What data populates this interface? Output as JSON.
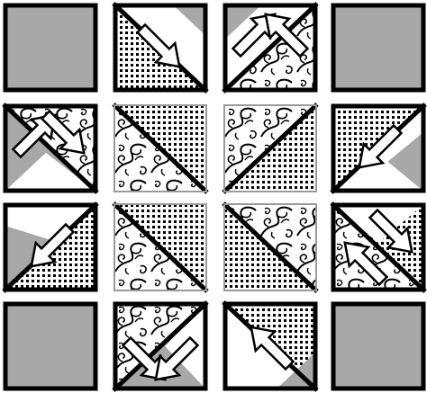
{
  "colors": {
    "background": "#ffffff",
    "solid_gray": "#a8a8a8",
    "border_black": "#000000",
    "border_gray": "#9a9a9a",
    "white": "#ffffff"
  },
  "tile_fill_types": [
    "gray",
    "white",
    "grid-pattern",
    "floral-pattern"
  ],
  "board": {
    "rows": 4,
    "columns": 4,
    "tiles": [
      {
        "row": 1,
        "col": 1,
        "split": "none",
        "fill": "gray",
        "border": "thick",
        "arrows": []
      },
      {
        "row": 1,
        "col": 2,
        "split": "diagonal-tl-br",
        "upper_fill": "white",
        "lower_fill": "grid-pattern",
        "corner_accent": "top-right-gray",
        "border": "thick",
        "arrows": [
          {
            "direction": "down-right",
            "color": "white"
          }
        ]
      },
      {
        "row": 1,
        "col": 3,
        "split": "diagonal-tr-bl",
        "upper_fill": "white",
        "lower_fill": "floral-pattern",
        "corner_accent": "top-left-gray",
        "border": "thick",
        "arrows": [
          {
            "direction": "up-right",
            "color": "white"
          },
          {
            "direction": "up-left",
            "color": "white"
          }
        ]
      },
      {
        "row": 1,
        "col": 4,
        "split": "none",
        "fill": "gray",
        "border": "thick",
        "arrows": []
      },
      {
        "row": 2,
        "col": 1,
        "split": "diagonal-tl-br",
        "upper_fill": "floral-pattern",
        "lower_fill": "gray",
        "corner_accent": "bottom-white",
        "border": "thick",
        "arrows": [
          {
            "direction": "up-right",
            "color": "white"
          },
          {
            "direction": "down-right",
            "color": "white"
          }
        ]
      },
      {
        "row": 2,
        "col": 2,
        "split": "diagonal-tl-br",
        "upper_fill": "grid-pattern",
        "lower_fill": "floral-pattern",
        "border": "thin",
        "arrows": []
      },
      {
        "row": 2,
        "col": 3,
        "split": "diagonal-tr-bl",
        "upper_fill": "floral-pattern",
        "lower_fill": "grid-pattern",
        "border": "thin",
        "arrows": []
      },
      {
        "row": 2,
        "col": 4,
        "split": "diagonal-tr-bl",
        "upper_fill": "grid-pattern",
        "lower_fill": "white",
        "corner_accent": "right-gray",
        "border": "thick",
        "arrows": [
          {
            "direction": "down-left",
            "color": "white"
          }
        ]
      },
      {
        "row": 3,
        "col": 1,
        "split": "diagonal-tr-bl",
        "upper_fill": "white",
        "lower_fill": "grid-pattern",
        "corner_accent": "left-gray",
        "border": "thick",
        "arrows": [
          {
            "direction": "down-left",
            "color": "white"
          }
        ]
      },
      {
        "row": 3,
        "col": 2,
        "split": "diagonal-tl-br",
        "upper_fill": "grid-pattern",
        "lower_fill": "floral-pattern",
        "border": "thin",
        "arrows": []
      },
      {
        "row": 3,
        "col": 3,
        "split": "diagonal-tl-br",
        "upper_fill": "floral-pattern",
        "lower_fill": "grid-pattern",
        "border": "thin",
        "arrows": []
      },
      {
        "row": 3,
        "col": 4,
        "split": "diagonal-tl-br",
        "upper_fill": "grid-pattern",
        "lower_fill": "floral-pattern",
        "corner_accent": "top-white",
        "border": "thick",
        "arrows": [
          {
            "direction": "up-left",
            "color": "white"
          },
          {
            "direction": "down-right",
            "color": "white"
          }
        ]
      },
      {
        "row": 4,
        "col": 1,
        "split": "none",
        "fill": "gray",
        "border": "thick",
        "arrows": []
      },
      {
        "row": 4,
        "col": 2,
        "split": "diagonal-tr-bl",
        "upper_fill": "floral-pattern",
        "lower_fill": "gray",
        "corner_accent": "right-white",
        "border": "thick",
        "arrows": [
          {
            "direction": "down-right",
            "color": "white"
          },
          {
            "direction": "down-left",
            "color": "white"
          }
        ]
      },
      {
        "row": 4,
        "col": 3,
        "split": "diagonal-tl-br",
        "upper_fill": "grid-pattern",
        "lower_fill": "white",
        "corner_accent": "bottom-right-gray",
        "border": "thick",
        "arrows": [
          {
            "direction": "up-left",
            "color": "white"
          }
        ]
      },
      {
        "row": 4,
        "col": 4,
        "split": "none",
        "fill": "gray",
        "border": "thick",
        "arrows": []
      }
    ]
  }
}
